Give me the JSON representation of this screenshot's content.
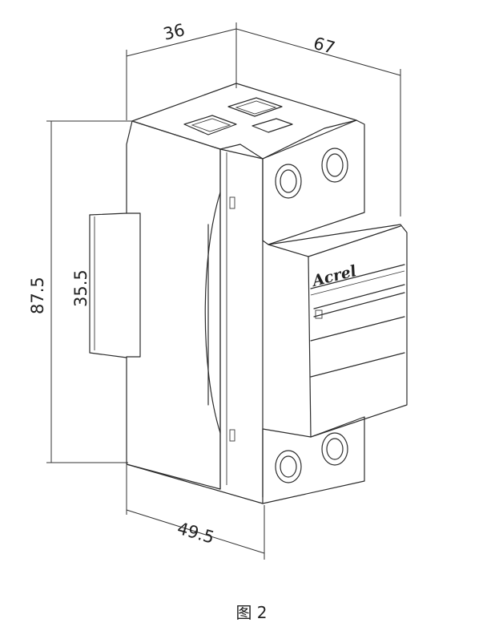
{
  "figure": {
    "caption": "图 2",
    "brand_logo_text": "Acrel",
    "dimensions": {
      "depth_top": "36",
      "width_top": "67",
      "height_total": "87.5",
      "height_rail": "35.5",
      "width_bottom": "49.5"
    }
  },
  "colors": {
    "line": "#2b2b2b",
    "background": "#ffffff"
  }
}
